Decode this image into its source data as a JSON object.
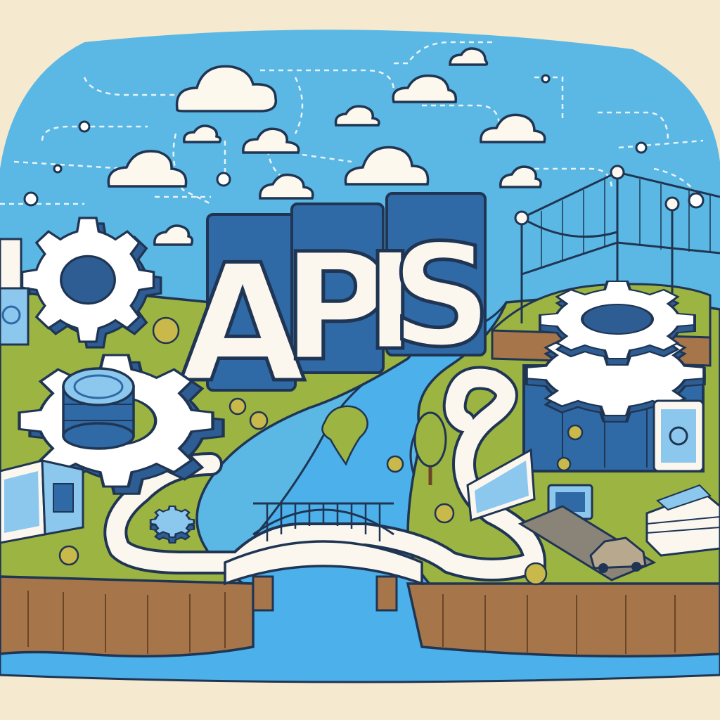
{
  "title": {
    "letters": [
      "A",
      "P",
      "I",
      "S"
    ]
  },
  "palette": {
    "background": "#f5e9cf",
    "sky": "#5bb7e3",
    "water": "#4cb0ea",
    "grass": "#9cb441",
    "cliff": "#a6764a",
    "outline": "#1f3553",
    "gear": "#ffffff",
    "gear_side": "#2d5d93",
    "block_blue": "#2f6aa6",
    "road": "#fbf7ef",
    "cloud": "#fdf8ee"
  },
  "icons": [
    "cloud-icon",
    "gear-icon",
    "bridge-icon",
    "suspension-bridge-icon",
    "tree-icon",
    "car-icon",
    "map-panel-icon",
    "tablet-icon",
    "coin-stack-icon",
    "server-stack-icon",
    "flower-icon",
    "network-node-icon"
  ]
}
